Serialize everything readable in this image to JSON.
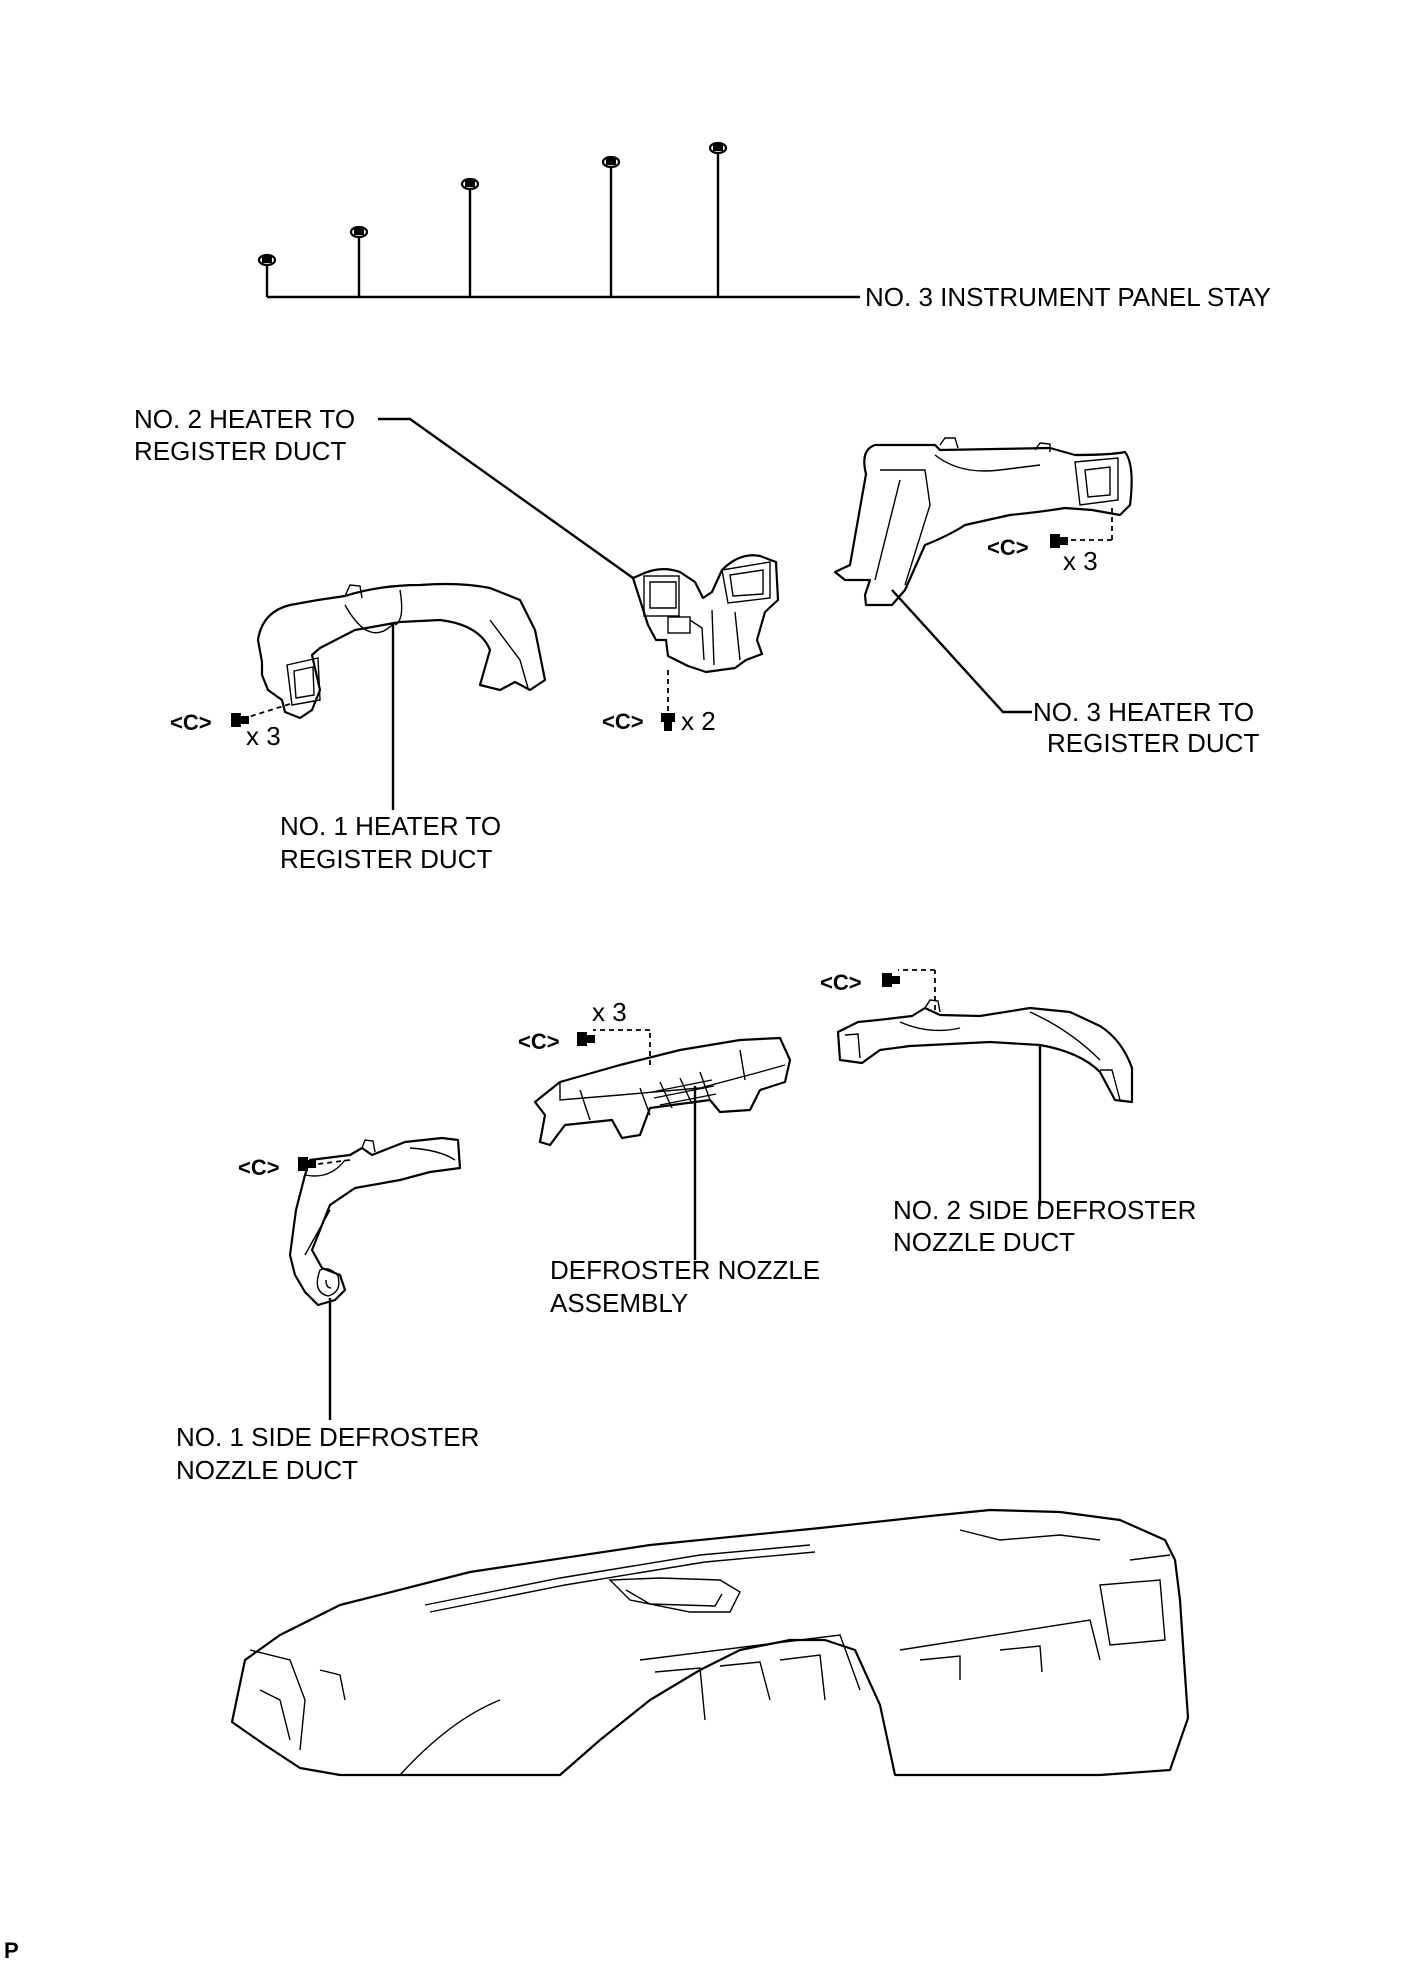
{
  "labels": {
    "stay": "NO. 3 INSTRUMENT PANEL STAY",
    "duct2_line1": "NO. 2 HEATER TO",
    "duct2_line2": "REGISTER DUCT",
    "duct3_line1": "NO. 3 HEATER TO",
    "duct3_line2": "REGISTER DUCT",
    "duct1_line1": "NO. 1 HEATER TO",
    "duct1_line2": "REGISTER DUCT",
    "nozzle_line1": "DEFROSTER NOZZLE",
    "nozzle_line2": "ASSEMBLY",
    "side2_line1": "NO. 2 SIDE DEFROSTER",
    "side2_line2": "NOZZLE DUCT",
    "side1_line1": "NO. 1 SIDE DEFROSTER",
    "side1_line2": "NOZZLE DUCT"
  },
  "fasteners": {
    "c_code": "<C>",
    "qty_x3": "x 3",
    "qty_x2": "x 2"
  },
  "figure_code": "P"
}
